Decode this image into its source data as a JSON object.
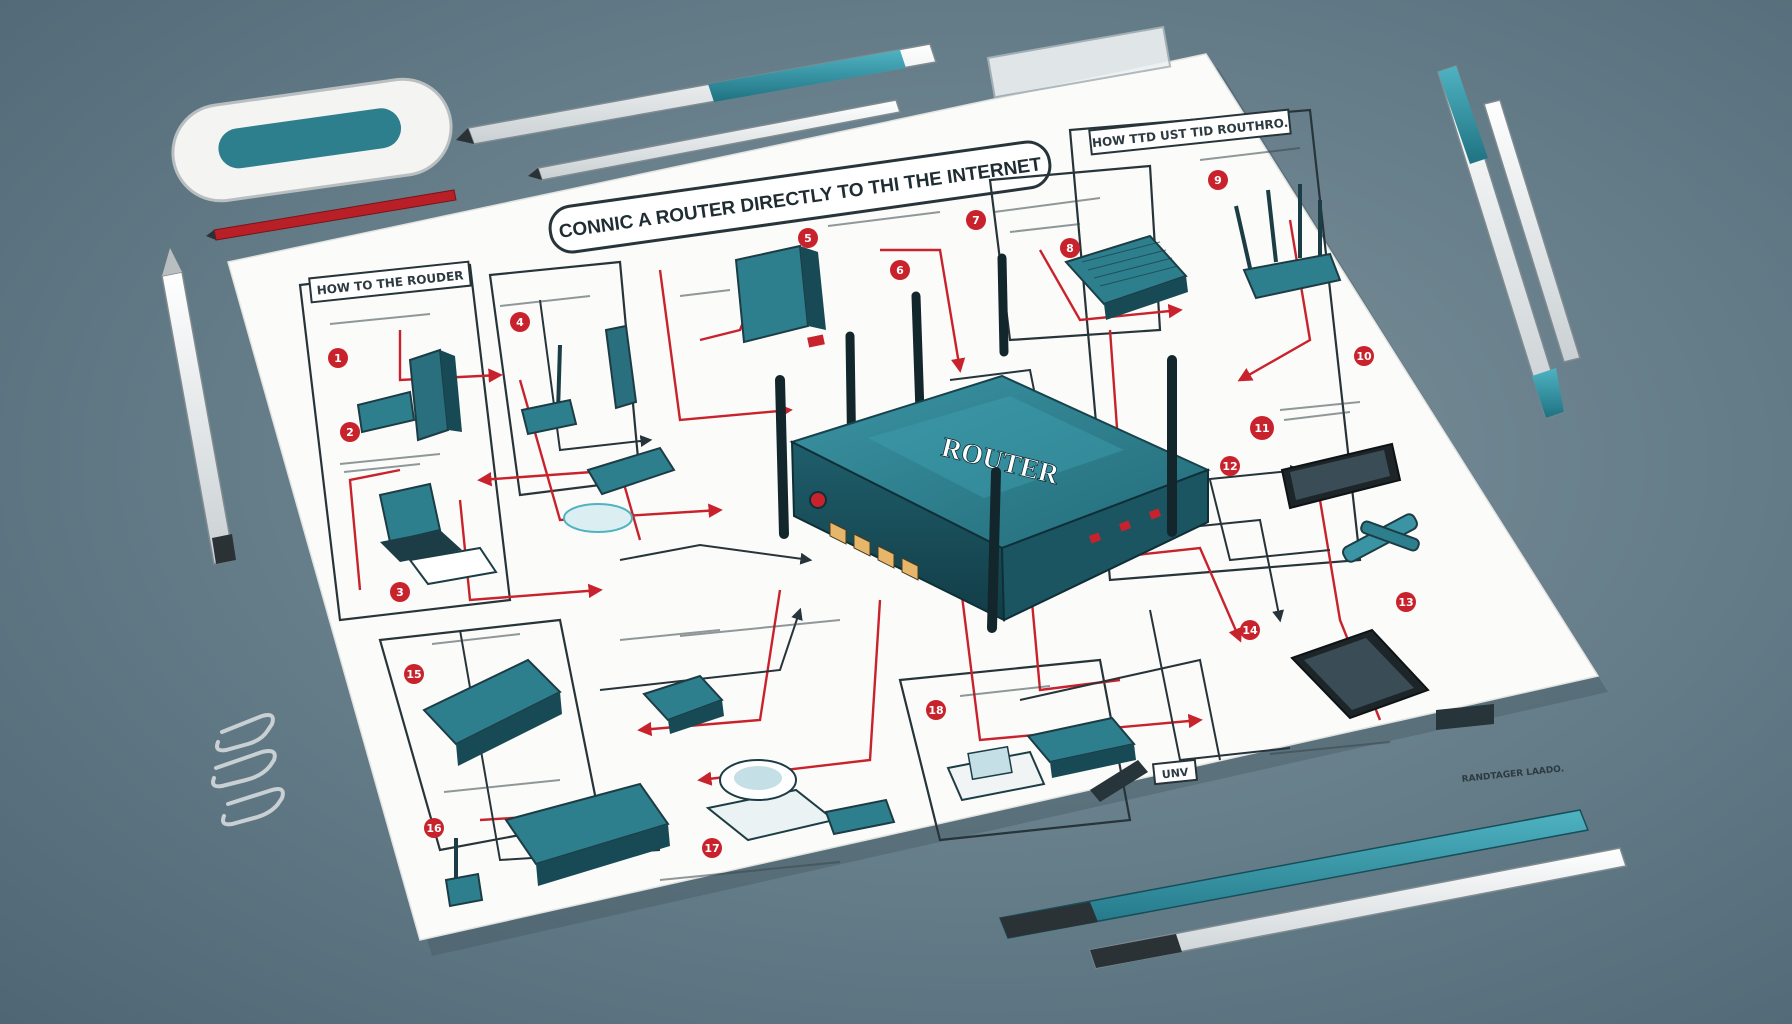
{
  "diagram": {
    "title": "CONNIC A ROUTER DIRECTLY TO THI THE INTERNET",
    "router_label": "ROUTER",
    "panel_titles": [
      "HOW TO THE ROUDER",
      "HOW TTD UST TID ROUTHRO."
    ],
    "step_badges": [
      "1",
      "2",
      "3",
      "4",
      "5",
      "6",
      "7",
      "8",
      "9",
      "10",
      "11",
      "12",
      "13",
      "14",
      "15",
      "16",
      "17",
      "18"
    ],
    "corner_note": "RANDTAGER LAADO.",
    "small_tag": "UNV"
  },
  "colors": {
    "background": "#647c88",
    "paper": "#fbfbf9",
    "router_teal": "#2e7f8e",
    "router_dark": "#1e5865",
    "accent_red": "#c8232c",
    "line_dark": "#27343a"
  },
  "icons": [
    "router-icon",
    "modem-icon",
    "switch-icon",
    "smartphone-icon",
    "laptop-icon",
    "cable-icon",
    "antenna-icon",
    "pen-icon",
    "paperclip-icon",
    "eraser-icon"
  ]
}
